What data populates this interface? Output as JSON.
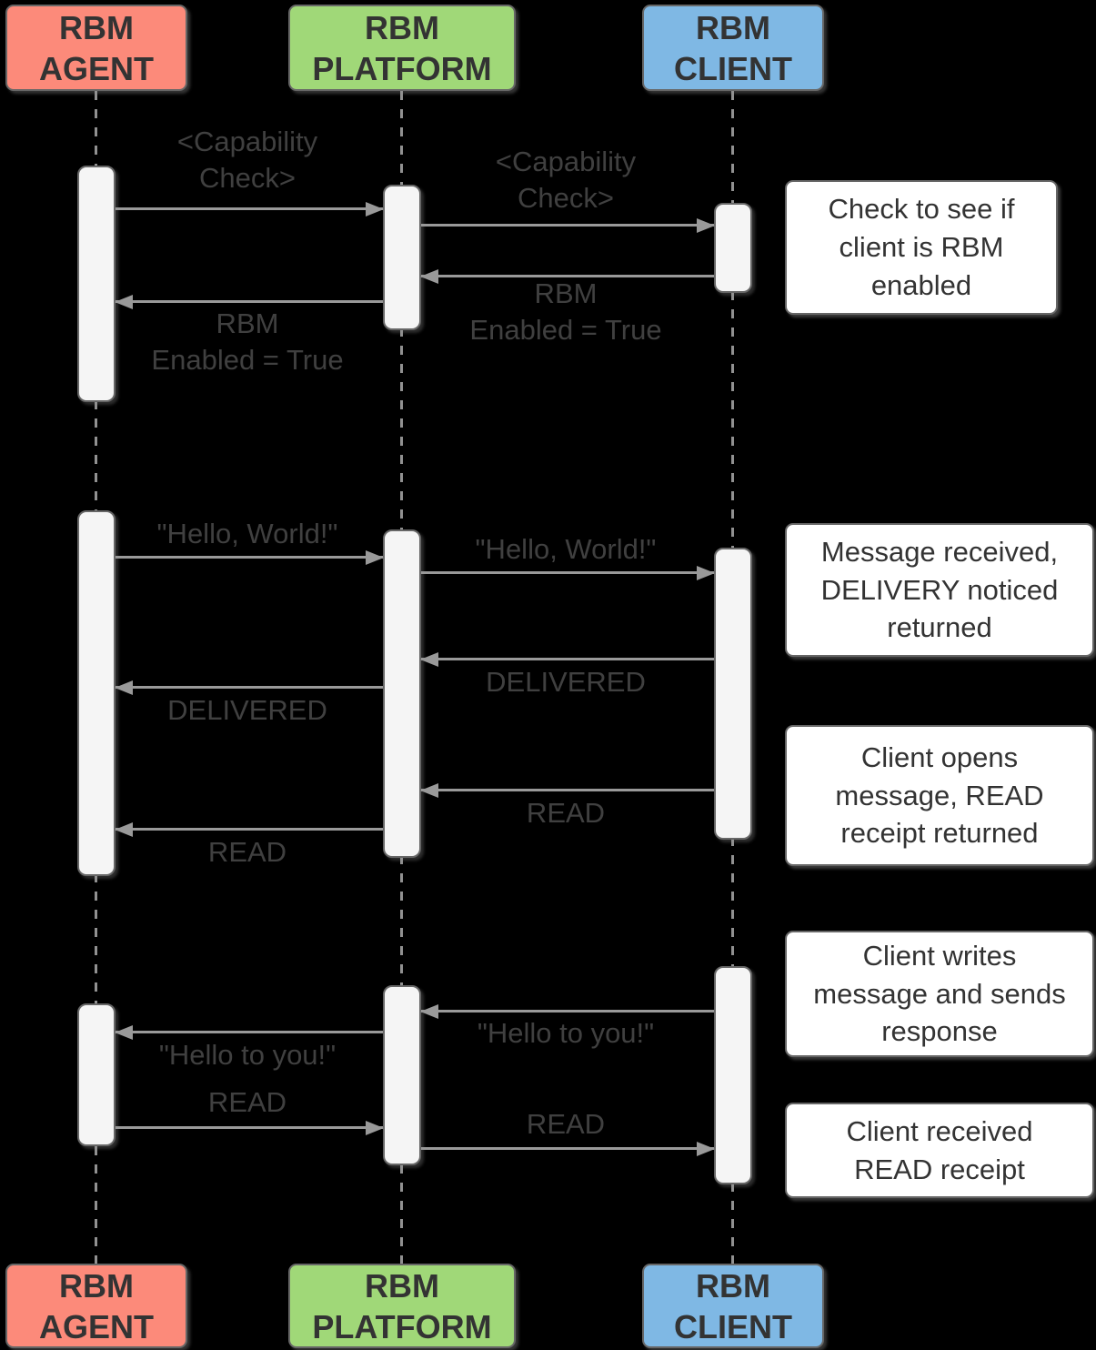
{
  "diagram_type": "sequence-diagram",
  "actors": {
    "agent": {
      "label": "RBM\nAGENT",
      "color": "#FC8A7A"
    },
    "platform": {
      "label": "RBM\nPLATFORM",
      "color": "#A0D878"
    },
    "client": {
      "label": "RBM\nCLIENT",
      "color": "#7FB8E4"
    }
  },
  "messages": {
    "capability_check_ap": "<Capability\nCheck>",
    "capability_check_pc": "<Capability\nCheck>",
    "rbm_enabled_cp": "RBM\nEnabled = True",
    "rbm_enabled_pa": "RBM\nEnabled = True",
    "hello_world_ap": "\"Hello, World!\"",
    "hello_world_pc": "\"Hello, World!\"",
    "delivered_cp": "DELIVERED",
    "delivered_pa": "DELIVERED",
    "read_cp": "READ",
    "read_pa": "READ",
    "hello_to_you_cp": "\"Hello to you!\"",
    "hello_to_you_pa": "\"Hello to you!\"",
    "read_ap": "READ",
    "read_pc": "READ"
  },
  "notes": {
    "capability": "Check to see if\nclient is RBM\nenabled",
    "delivery": "Message received,\nDELIVERY noticed\nreturned",
    "read_receipt": "Client opens\nmessage, READ\nreceipt returned",
    "response": "Client writes\nmessage and sends\nresponse",
    "read_received": "Client received\nREAD receipt"
  },
  "style": {
    "background": "#000000",
    "arrow_color": "#999999",
    "label_text_color": "#404040",
    "box_text_color": "#333333",
    "border_color": "#666666",
    "activation_fill": "#F5F5F5",
    "note_background": "#FFFFFF"
  }
}
